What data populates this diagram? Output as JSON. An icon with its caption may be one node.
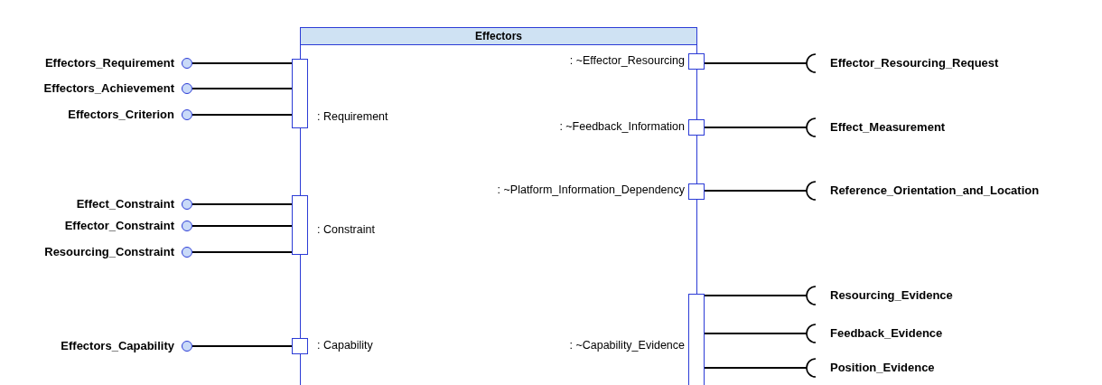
{
  "diagram": {
    "nodes": [
      {
        "text": [
          "Effectors"
        ]
      },
      {
        "text": [
          ": Requirement"
        ],
        "in": 0
      },
      {
        "text": [
          ": Constraint"
        ],
        "in": 0
      },
      {
        "text": [
          ": Capability"
        ],
        "in": 0
      },
      {
        "text": [
          ": ~Effector_Resourcing"
        ],
        "in": 0
      },
      {
        "text": [
          ": ~Feedback_Information"
        ],
        "in": 0
      },
      {
        "text": [
          ": ~Platform_Information_Dependency"
        ],
        "in": 0
      },
      {
        "text": [
          ": ~Capability_Evidence"
        ],
        "in": 0
      },
      {
        "text": [],
        "shape": "circle",
        "beside": [
          "Effectors_Requirement"
        ]
      },
      {
        "text": [],
        "shape": "circle",
        "beside": [
          "Effectors_Achievement"
        ]
      },
      {
        "text": [],
        "shape": "circle",
        "beside": [
          "Effectors_Criterion"
        ]
      },
      {
        "text": [],
        "shape": "circle",
        "beside": [
          "Effect_Constraint"
        ]
      },
      {
        "text": [],
        "shape": "circle",
        "beside": [
          "Effector_Constraint"
        ]
      },
      {
        "text": [],
        "shape": "circle",
        "beside": [
          "Resourcing_Constraint"
        ]
      },
      {
        "text": [],
        "shape": "circle",
        "beside": [
          "Effectors_Capability"
        ]
      },
      {
        "text": [
          "Effector_Resourcing_Request"
        ]
      },
      {
        "text": [
          "Effect_Measurement"
        ]
      },
      {
        "text": [
          "Reference_Orientation_and_Location"
        ]
      },
      {
        "text": [
          "Resourcing_Evidence"
        ]
      },
      {
        "text": [
          "Feedback_Evidence"
        ]
      },
      {
        "text": [
          "Position_Evidence"
        ]
      }
    ],
    "edges": [
      {
        "from": 8,
        "to": 1,
        "arrow": "none"
      },
      {
        "from": 9,
        "to": 1,
        "arrow": "none"
      },
      {
        "from": 10,
        "to": 1,
        "arrow": "none"
      },
      {
        "from": 11,
        "to": 2,
        "arrow": "none"
      },
      {
        "from": 12,
        "to": 2,
        "arrow": "none"
      },
      {
        "from": 13,
        "to": 2,
        "arrow": "none"
      },
      {
        "from": 14,
        "to": 3,
        "arrow": "none"
      },
      {
        "from": 4,
        "to": 15,
        "arrow": "other"
      },
      {
        "from": 5,
        "to": 16,
        "arrow": "other"
      },
      {
        "from": 6,
        "to": 17,
        "arrow": "other"
      },
      {
        "from": 7,
        "to": 18,
        "arrow": "other"
      },
      {
        "from": 7,
        "to": 19,
        "arrow": "other"
      },
      {
        "from": 7,
        "to": 20,
        "arrow": "other"
      }
    ]
  }
}
